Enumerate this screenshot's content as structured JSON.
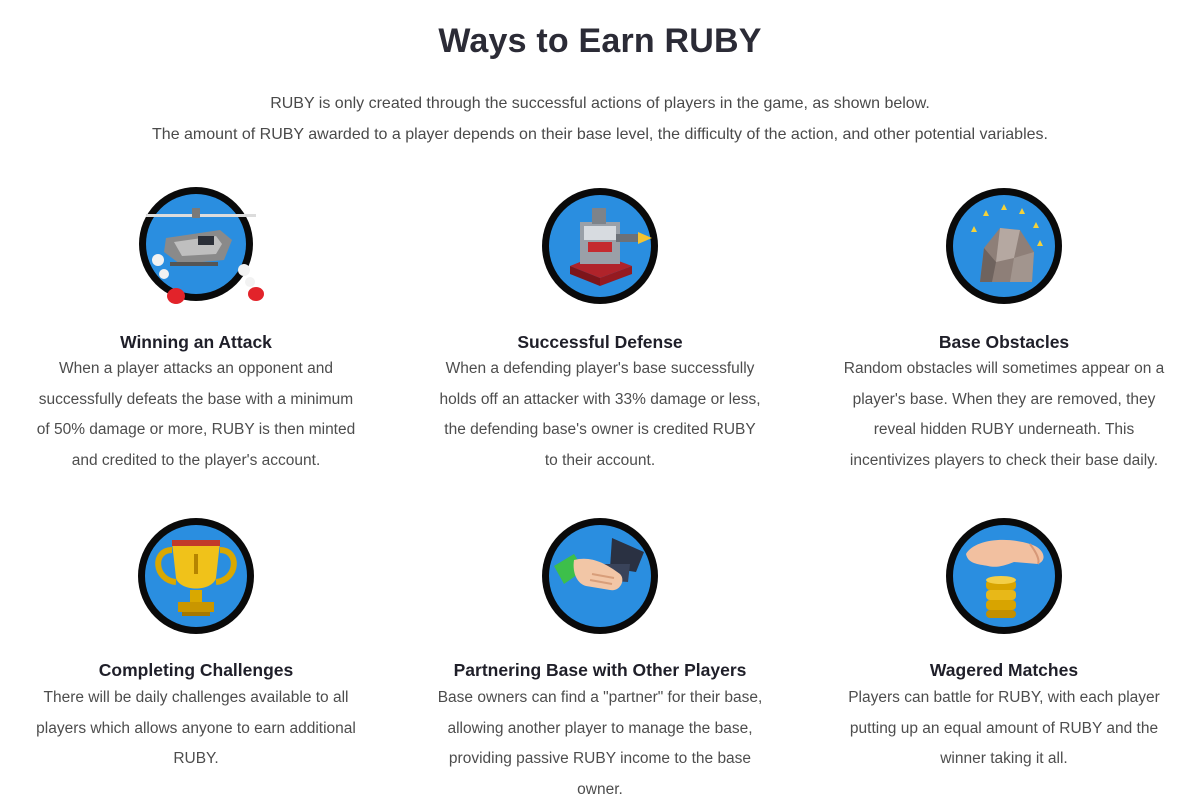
{
  "page": {
    "title": "Ways to Earn RUBY",
    "intro": [
      "RUBY is only created through the successful actions of players in the game, as shown below.",
      "The amount of RUBY awarded to a player depends on their base level, the difficulty of the action, and other potential variables."
    ]
  },
  "cards": [
    {
      "icon": "helicopter-icon",
      "title": "Winning an Attack",
      "desc": [
        "When a player attacks an opponent and",
        "successfully defeats the base with a minimum",
        "of 50% damage or more, RUBY is then minted",
        "and credited to the player's account."
      ]
    },
    {
      "icon": "defense-turret-icon",
      "title": "Successful Defense",
      "desc": [
        "When a defending player's base successfully",
        "holds off an attacker with 33% damage or less,",
        "the defending base's owner is credited RUBY",
        "to their account."
      ]
    },
    {
      "icon": "rock-obstacle-icon",
      "title": "Base Obstacles",
      "desc": [
        "Random obstacles will sometimes appear on a",
        "player's base. When they are removed, they",
        "reveal hidden RUBY underneath. This",
        "incentivizes players to check their base daily."
      ]
    },
    {
      "icon": "trophy-icon",
      "title": "Completing Challenges",
      "desc": [
        "There will be daily challenges available to all",
        "players which allows anyone to earn additional",
        "RUBY."
      ]
    },
    {
      "icon": "handshake-icon",
      "title": "Partnering Base with Other Players",
      "desc": [
        "Base owners can find a \"partner\" for their base,",
        "allowing another player to manage the base,",
        "providing passive RUBY income to the base",
        "owner."
      ]
    },
    {
      "icon": "coins-hand-icon",
      "title": "Wagered Matches",
      "desc": [
        "Players can battle for RUBY, with each player",
        "putting up an equal amount of RUBY and the",
        "winner taking it all."
      ]
    }
  ],
  "colors": {
    "circle_fill": "#2a8ee0",
    "circle_ring": "#0a0a0a",
    "title_text": "#2b2b36",
    "body_text": "#4d4d4d"
  }
}
